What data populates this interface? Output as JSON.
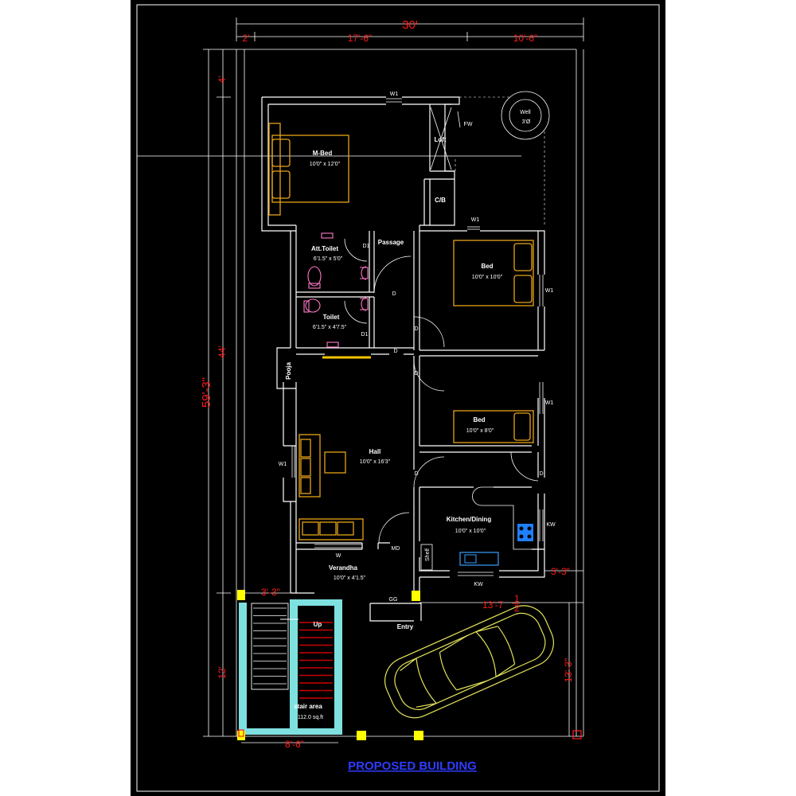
{
  "title": "PROPOSED BUILDING",
  "dimensions": {
    "overall_width": "30'",
    "seg_left": "2'",
    "seg_mid": "17'-6\"",
    "seg_right": "10'-6\"",
    "overall_depth": "59'-3\"",
    "front_setback": "4'",
    "building_depth": "44'",
    "rear": "12'",
    "stair_offset": "3'-3\"",
    "right_offset": "3'-3\"",
    "parking_width": "13'-7",
    "parking_width_frac_num": "1",
    "parking_width_frac_den": "2",
    "parking_depth": "13'-3\"",
    "stair_width": "8'-6\""
  },
  "rooms": {
    "mbed_name": "M-Bed",
    "mbed_size": "10'0\" x 12'0\"",
    "loft": "Loft",
    "cb": "C/B",
    "well_name": "Well",
    "well_size": "3'Ø",
    "passage": "Passage",
    "att_toilet_name": "Att.Toilet",
    "att_toilet_size": "6'1.5\" x 5'0\"",
    "toilet_name": "Toilet",
    "toilet_size": "6'1.5\" x 4'7.5\"",
    "bed1_name": "Bed",
    "bed1_size": "10'0\" x 10'0\"",
    "bed2_name": "Bed",
    "bed2_size": "10'0\" x 8'0\"",
    "pooja": "Pooja",
    "hall_name": "Hall",
    "hall_size": "10'0\" x 16'3\"",
    "kitchen_name": "Kitchen/Dining",
    "kitchen_size": "10'0\" x 10'0\"",
    "shelf": "Shelf",
    "verandha_name": "Verandha",
    "verandha_size": "10'0\" x 4'1.5\"",
    "up": "Up",
    "entry": "Entry",
    "stair_name": "stair area",
    "stair_size": "112.0 sq.ft"
  },
  "openings": {
    "w1": "W1",
    "fw": "FW",
    "d": "D",
    "d1": "D1",
    "kw": "KW",
    "w": "W",
    "md": "MD",
    "gg": "GG"
  },
  "colors": {
    "background": "#000000",
    "walls": "#ffffff",
    "dimensions": "#ff1a1a",
    "furniture": "#e8a317",
    "sanitary": "#ff77c8",
    "car": "#e2e25a",
    "stair_wall": "#7fe0e0",
    "stair_treads": "#cc0000",
    "columns": "#ffff00",
    "kitchen_stove": "#1f7fff",
    "title": "#2f3cff"
  }
}
